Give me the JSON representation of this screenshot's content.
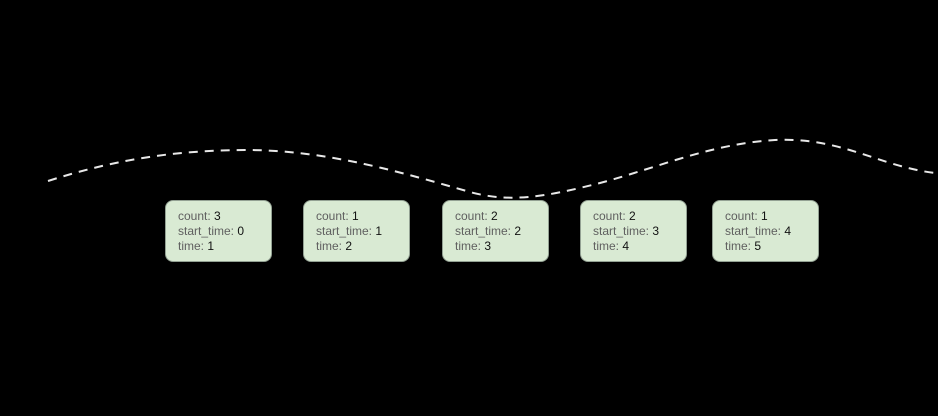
{
  "field_labels": {
    "count": "count:",
    "start_time": "start_time:",
    "time": "time:"
  },
  "cards": [
    {
      "count": "3",
      "start_time": "0",
      "time": "1"
    },
    {
      "count": "1",
      "start_time": "1",
      "time": "2"
    },
    {
      "count": "2",
      "start_time": "2",
      "time": "3"
    },
    {
      "count": "2",
      "start_time": "3",
      "time": "4"
    },
    {
      "count": "1",
      "start_time": "4",
      "time": "5"
    }
  ],
  "colors": {
    "background": "#000000",
    "card_bg": "#d9ead3",
    "card_border": "#93a193",
    "label_text": "#5f5f5f",
    "value_text": "#111111",
    "curve": "#e8e8e8"
  }
}
